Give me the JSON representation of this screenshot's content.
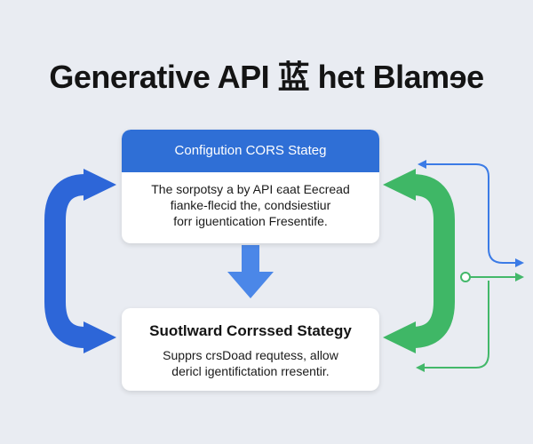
{
  "title": "Generative API 蓝 het Blamɘe",
  "top_box": {
    "heading": "Configution CORS Stateg",
    "body_line1": "The sorpotsy a by API єaat Eecread",
    "body_line2": "fianke-flecid the, condsiestiur",
    "body_line3": "forr iguentication Fresentife."
  },
  "bottom_box": {
    "heading": "Suotlward Corrssed Stategy",
    "body_line1": "Supprs crsDoad requtess, allow",
    "body_line2": "dericl igentifictation rresentir."
  },
  "colors": {
    "background": "#e9ecf2",
    "header_blue": "#2f6fd6",
    "arrow_blue": "#2d66d8",
    "arrow_light_blue": "#4b87e8",
    "arrow_green": "#3fb766",
    "line_blue": "#3b7be6",
    "line_green": "#43b86a"
  }
}
